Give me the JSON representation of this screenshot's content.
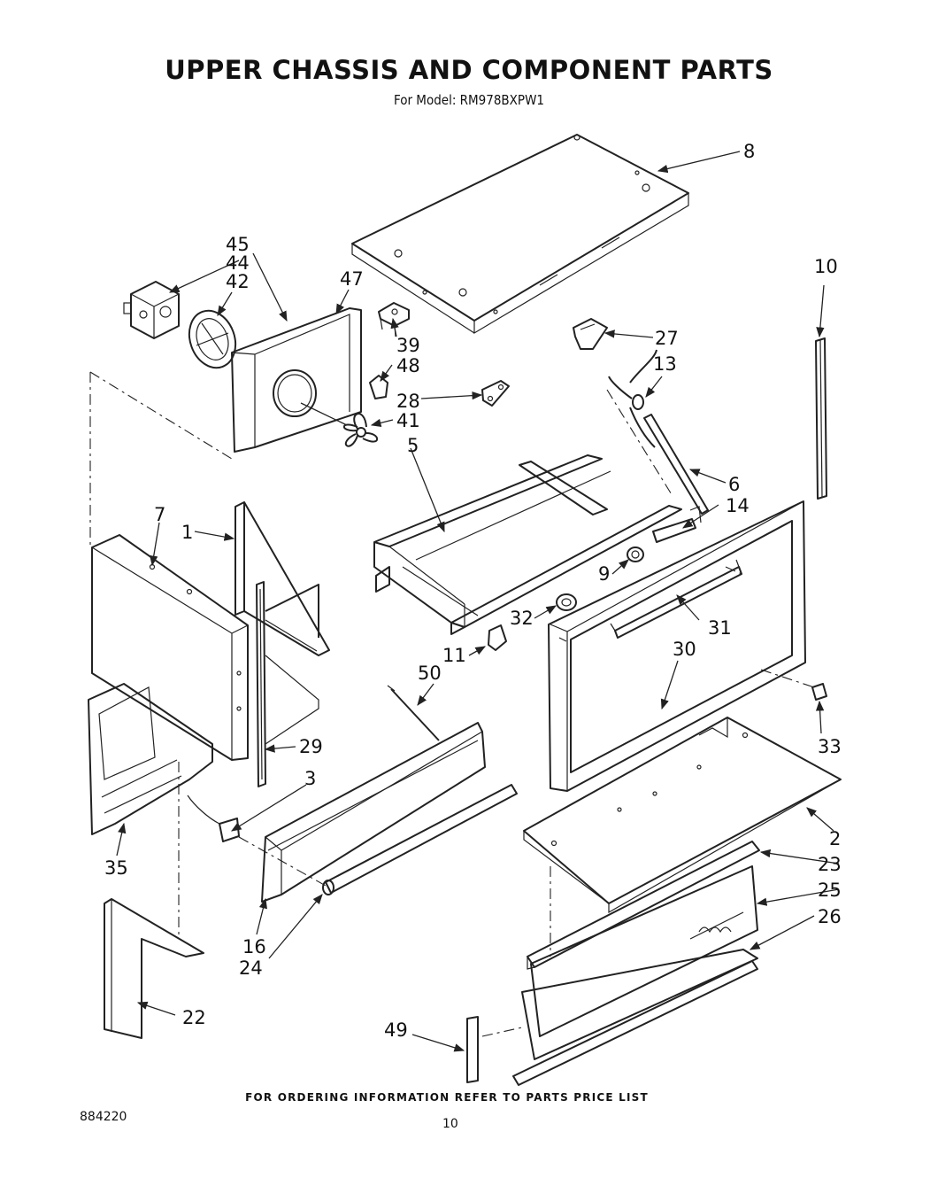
{
  "header": {
    "title": "UPPER CHASSIS AND COMPONENT PARTS",
    "model_line": "For Model: RM978BXPW1"
  },
  "callouts": {
    "p1": "1",
    "p2": "2",
    "p3": "3",
    "p5": "5",
    "p6": "6",
    "p7": "7",
    "p8": "8",
    "p9": "9",
    "p10": "10",
    "p11": "11",
    "p13": "13",
    "p14": "14",
    "p16": "16",
    "p22": "22",
    "p23": "23",
    "p24": "24",
    "p25": "25",
    "p26": "26",
    "p27": "27",
    "p28": "28",
    "p29": "29",
    "p30": "30",
    "p31": "31",
    "p32": "32",
    "p33": "33",
    "p35": "35",
    "p39": "39",
    "p41": "41",
    "p42": "42",
    "p44": "44",
    "p45": "45",
    "p47": "47",
    "p48": "48",
    "p49": "49",
    "p50": "50"
  },
  "footer": {
    "ordering_note": "FOR ORDERING INFORMATION REFER TO PARTS PRICE LIST",
    "doc_number": "884220",
    "page_number": "10"
  },
  "colors": {
    "ink": "#222222",
    "paper": "#ffffff"
  }
}
